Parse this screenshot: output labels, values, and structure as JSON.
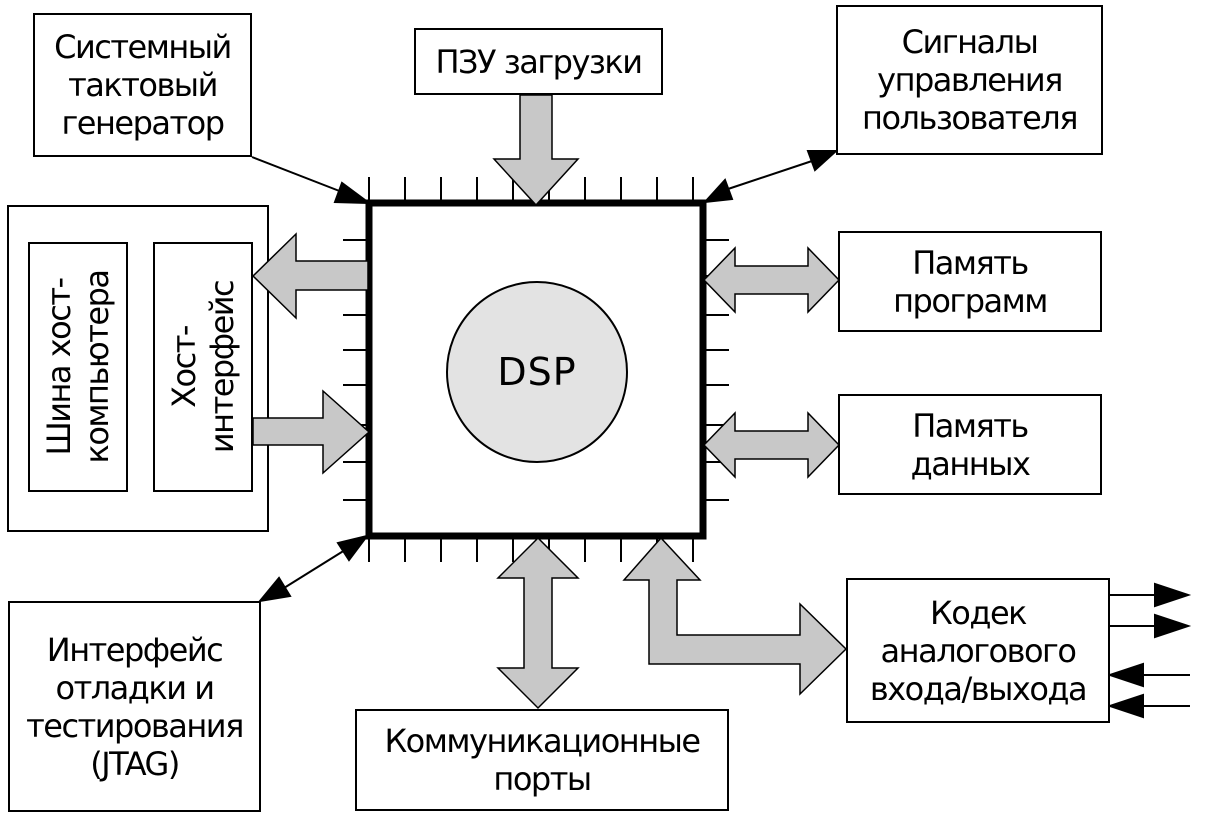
{
  "blocks": {
    "clock": [
      "Системный",
      "тактовый",
      "генератор"
    ],
    "boot_rom": [
      "ПЗУ загрузки"
    ],
    "user_signals": [
      "Сигналы",
      "управления",
      "пользователя"
    ],
    "program_memory": [
      "Память",
      "программ"
    ],
    "data_memory": [
      "Память",
      "данных"
    ],
    "codec": [
      "Кодек",
      "аналогового",
      "входа/выхода"
    ],
    "comm_ports": [
      "Коммуникационные",
      "порты"
    ],
    "jtag": [
      "Интерфейс",
      "отладки и",
      "тестирования",
      "(JTAG)"
    ],
    "host_bus": [
      "Шина хост-",
      "компьютера"
    ],
    "host_interface": [
      "Хост-",
      "интерфейс"
    ],
    "dsp": "DSP"
  }
}
